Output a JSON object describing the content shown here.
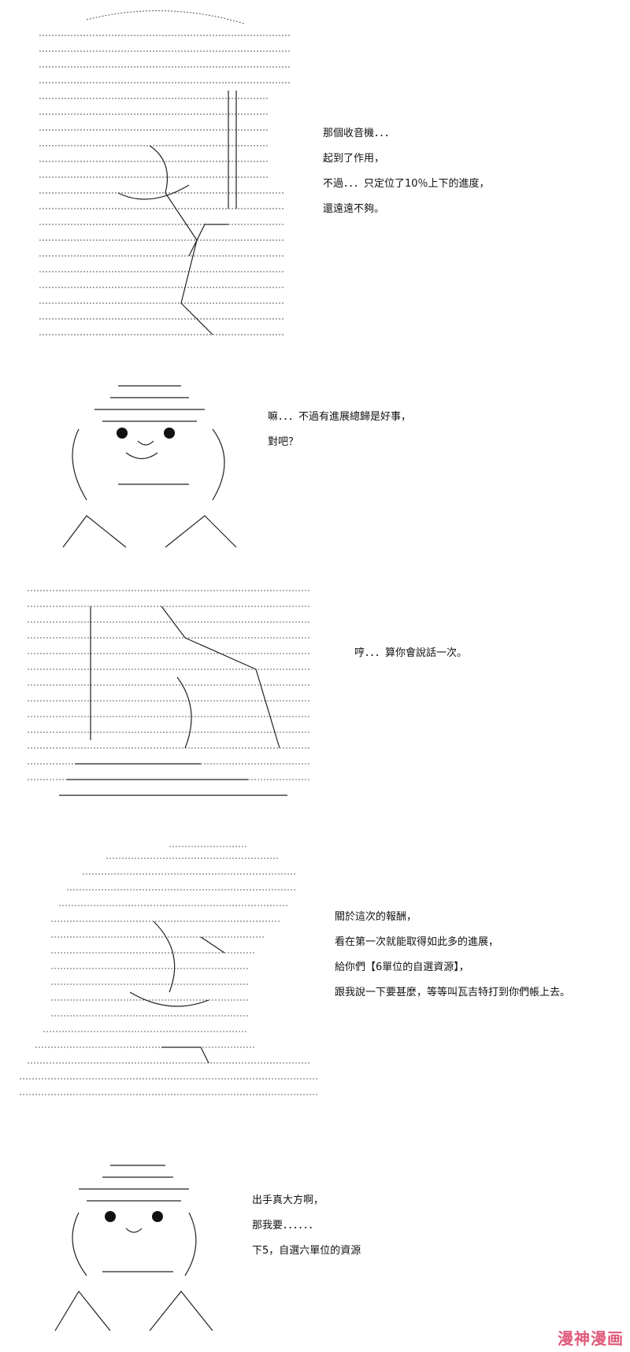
{
  "panels": [
    {
      "lines": [
        "那個收音機．．．",
        "起到了作用，",
        "不過．．．只定位了10％上下的進度，",
        "還遠遠不夠。"
      ]
    },
    {
      "lines": [
        "嘛．．．不過有進展總歸是好事，",
        "對吧？"
      ]
    },
    {
      "lines": [
        "哼．．．算你會說話一次。"
      ]
    },
    {
      "lines": [
        "關於這次的報酬，",
        "看在第一次就能取得如此多的進展，",
        "給你們【6單位的自選資源】，",
        "跟我說一下要甚麼，等等叫瓦吉特打到你們帳上去。"
      ]
    },
    {
      "lines": [
        "出手真大方啊，",
        "那我要．．．．．．",
        "下5，自選六單位的資源"
      ]
    }
  ],
  "watermark": "漫神漫画",
  "colors": {
    "ink": "#111111",
    "watermark": "#e05a7a"
  }
}
